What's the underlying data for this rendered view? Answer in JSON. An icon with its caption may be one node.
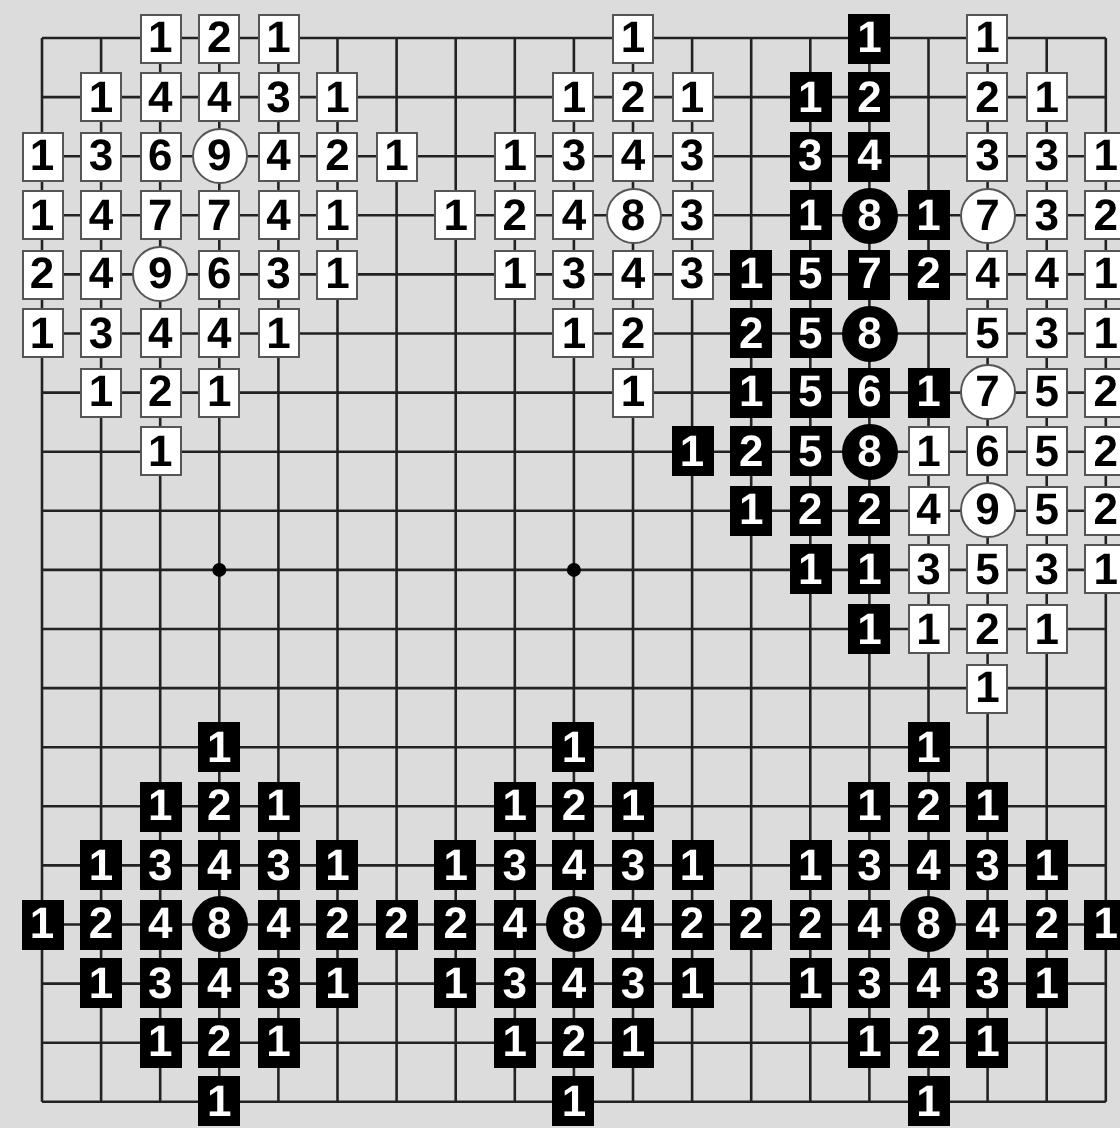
{
  "diagram": {
    "nodes": [
      {
        "text": [
          "1"
        ]
      },
      {
        "text": [
          "2"
        ]
      },
      {
        "text": [
          "1"
        ]
      },
      {
        "text": [
          "1"
        ]
      },
      {
        "text": [
          "1"
        ]
      },
      {
        "text": [
          "1"
        ]
      },
      {
        "text": [
          "1"
        ]
      },
      {
        "text": [
          "4"
        ]
      },
      {
        "text": [
          "4"
        ]
      },
      {
        "text": [
          "3"
        ]
      },
      {
        "text": [
          "1"
        ]
      },
      {
        "text": [
          "1"
        ]
      },
      {
        "text": [
          "2"
        ]
      },
      {
        "text": [
          "1"
        ]
      },
      {
        "text": [
          "1"
        ]
      },
      {
        "text": [
          "2"
        ]
      },
      {
        "text": [
          "2"
        ]
      },
      {
        "text": [
          "1"
        ]
      },
      {
        "text": [
          "1"
        ]
      },
      {
        "text": [
          "3"
        ]
      },
      {
        "text": [
          "6"
        ]
      },
      {
        "text": [
          "9"
        ]
      },
      {
        "text": [
          "4"
        ]
      },
      {
        "text": [
          "2"
        ]
      },
      {
        "text": [
          "1"
        ]
      },
      {
        "text": [
          "1"
        ]
      },
      {
        "text": [
          "3"
        ]
      },
      {
        "text": [
          "4"
        ]
      },
      {
        "text": [
          "3"
        ]
      },
      {
        "text": [
          "3"
        ]
      },
      {
        "text": [
          "4"
        ]
      },
      {
        "text": [
          "3"
        ]
      },
      {
        "text": [
          "3"
        ]
      },
      {
        "text": [
          "1"
        ]
      },
      {
        "text": [
          "1"
        ]
      },
      {
        "text": [
          "4"
        ]
      },
      {
        "text": [
          "7"
        ]
      },
      {
        "text": [
          "7"
        ]
      },
      {
        "text": [
          "4"
        ]
      },
      {
        "text": [
          "1"
        ]
      },
      {
        "text": [
          "1"
        ]
      },
      {
        "text": [
          "2"
        ]
      },
      {
        "text": [
          "4"
        ]
      },
      {
        "text": [
          "8"
        ]
      },
      {
        "text": [
          "3"
        ]
      },
      {
        "text": [
          "1"
        ]
      },
      {
        "text": [
          "8"
        ]
      },
      {
        "text": [
          "1"
        ]
      },
      {
        "text": [
          "7"
        ]
      },
      {
        "text": [
          "3"
        ]
      },
      {
        "text": [
          "2"
        ]
      },
      {
        "text": [
          "2"
        ]
      },
      {
        "text": [
          "4"
        ]
      },
      {
        "text": [
          "9"
        ]
      },
      {
        "text": [
          "6"
        ]
      },
      {
        "text": [
          "3"
        ]
      },
      {
        "text": [
          "1"
        ]
      },
      {
        "text": [
          "1"
        ]
      },
      {
        "text": [
          "3"
        ]
      },
      {
        "text": [
          "4"
        ]
      },
      {
        "text": [
          "3"
        ]
      },
      {
        "text": [
          "1"
        ]
      },
      {
        "text": [
          "5"
        ]
      },
      {
        "text": [
          "7"
        ]
      },
      {
        "text": [
          "2"
        ]
      },
      {
        "text": [
          "4"
        ]
      },
      {
        "text": [
          "4"
        ]
      },
      {
        "text": [
          "1"
        ]
      },
      {
        "text": [
          "1"
        ]
      },
      {
        "text": [
          "3"
        ]
      },
      {
        "text": [
          "4"
        ]
      },
      {
        "text": [
          "4"
        ]
      },
      {
        "text": [
          "1"
        ]
      },
      {
        "text": [
          "1"
        ]
      },
      {
        "text": [
          "2"
        ]
      },
      {
        "text": [
          "2"
        ]
      },
      {
        "text": [
          "5"
        ]
      },
      {
        "text": [
          "8"
        ]
      },
      {
        "text": [
          "5"
        ]
      },
      {
        "text": [
          "3"
        ]
      },
      {
        "text": [
          "1"
        ]
      },
      {
        "text": [
          "1"
        ]
      },
      {
        "text": [
          "2"
        ]
      },
      {
        "text": [
          "1"
        ]
      },
      {
        "text": [
          "1"
        ]
      },
      {
        "text": [
          "1"
        ]
      },
      {
        "text": [
          "5"
        ]
      },
      {
        "text": [
          "6"
        ]
      },
      {
        "text": [
          "1"
        ]
      },
      {
        "text": [
          "7"
        ]
      },
      {
        "text": [
          "5"
        ]
      },
      {
        "text": [
          "2"
        ]
      },
      {
        "text": [
          "1"
        ]
      },
      {
        "text": [
          "1"
        ]
      },
      {
        "text": [
          "2"
        ]
      },
      {
        "text": [
          "5"
        ]
      },
      {
        "text": [
          "8"
        ]
      },
      {
        "text": [
          "1"
        ]
      },
      {
        "text": [
          "6"
        ]
      },
      {
        "text": [
          "5"
        ]
      },
      {
        "text": [
          "2"
        ]
      },
      {
        "text": [
          "1"
        ]
      },
      {
        "text": [
          "2"
        ]
      },
      {
        "text": [
          "2"
        ]
      },
      {
        "text": [
          "4"
        ]
      },
      {
        "text": [
          "9"
        ]
      },
      {
        "text": [
          "5"
        ]
      },
      {
        "text": [
          "2"
        ]
      },
      {
        "text": [
          "1"
        ]
      },
      {
        "text": [
          "1"
        ]
      },
      {
        "text": [
          "3"
        ]
      },
      {
        "text": [
          "5"
        ]
      },
      {
        "text": [
          "3"
        ]
      },
      {
        "text": [
          "1"
        ]
      },
      {
        "text": [
          "1"
        ]
      },
      {
        "text": [
          "1"
        ]
      },
      {
        "text": [
          "2"
        ]
      },
      {
        "text": [
          "1"
        ]
      },
      {
        "text": [
          "1"
        ]
      },
      {
        "text": [
          "1"
        ]
      },
      {
        "text": [
          "1"
        ]
      },
      {
        "text": [
          "1"
        ]
      },
      {
        "text": [
          "1"
        ]
      },
      {
        "text": [
          "2"
        ]
      },
      {
        "text": [
          "1"
        ]
      },
      {
        "text": [
          "1"
        ]
      },
      {
        "text": [
          "2"
        ]
      },
      {
        "text": [
          "1"
        ]
      },
      {
        "text": [
          "1"
        ]
      },
      {
        "text": [
          "2"
        ]
      },
      {
        "text": [
          "1"
        ]
      },
      {
        "text": [
          "1"
        ]
      },
      {
        "text": [
          "3"
        ]
      },
      {
        "text": [
          "4"
        ]
      },
      {
        "text": [
          "3"
        ]
      },
      {
        "text": [
          "1"
        ]
      },
      {
        "text": [
          "1"
        ]
      },
      {
        "text": [
          "3"
        ]
      },
      {
        "text": [
          "4"
        ]
      },
      {
        "text": [
          "3"
        ]
      },
      {
        "text": [
          "1"
        ]
      },
      {
        "text": [
          "1"
        ]
      },
      {
        "text": [
          "3"
        ]
      },
      {
        "text": [
          "4"
        ]
      },
      {
        "text": [
          "3"
        ]
      },
      {
        "text": [
          "1"
        ]
      },
      {
        "text": [
          "1"
        ]
      },
      {
        "text": [
          "2"
        ]
      },
      {
        "text": [
          "4"
        ]
      },
      {
        "text": [
          "8"
        ]
      },
      {
        "text": [
          "4"
        ]
      },
      {
        "text": [
          "2"
        ]
      },
      {
        "text": [
          "2"
        ]
      },
      {
        "text": [
          "2"
        ]
      },
      {
        "text": [
          "4"
        ]
      },
      {
        "text": [
          "8"
        ]
      },
      {
        "text": [
          "4"
        ]
      },
      {
        "text": [
          "2"
        ]
      },
      {
        "text": [
          "2"
        ]
      },
      {
        "text": [
          "2"
        ]
      },
      {
        "text": [
          "4"
        ]
      },
      {
        "text": [
          "8"
        ]
      },
      {
        "text": [
          "4"
        ]
      },
      {
        "text": [
          "2"
        ]
      },
      {
        "text": [
          "1"
        ]
      },
      {
        "text": [
          "1"
        ]
      },
      {
        "text": [
          "3"
        ]
      },
      {
        "text": [
          "4"
        ]
      },
      {
        "text": [
          "3"
        ]
      },
      {
        "text": [
          "1"
        ]
      },
      {
        "text": [
          "1"
        ]
      },
      {
        "text": [
          "3"
        ]
      },
      {
        "text": [
          "4"
        ]
      },
      {
        "text": [
          "3"
        ]
      },
      {
        "text": [
          "1"
        ]
      },
      {
        "text": [
          "1"
        ]
      },
      {
        "text": [
          "3"
        ]
      },
      {
        "text": [
          "4"
        ]
      },
      {
        "text": [
          "3"
        ]
      },
      {
        "text": [
          "1"
        ]
      },
      {
        "text": [
          "1"
        ]
      },
      {
        "text": [
          "2"
        ]
      },
      {
        "text": [
          "1"
        ]
      },
      {
        "text": [
          "1"
        ]
      },
      {
        "text": [
          "2"
        ]
      },
      {
        "text": [
          "1"
        ]
      },
      {
        "text": [
          "1"
        ]
      },
      {
        "text": [
          "2"
        ]
      },
      {
        "text": [
          "1"
        ]
      },
      {
        "text": [
          "1"
        ]
      },
      {
        "text": [
          "1"
        ]
      },
      {
        "text": [
          "1"
        ]
      }
    ]
  }
}
